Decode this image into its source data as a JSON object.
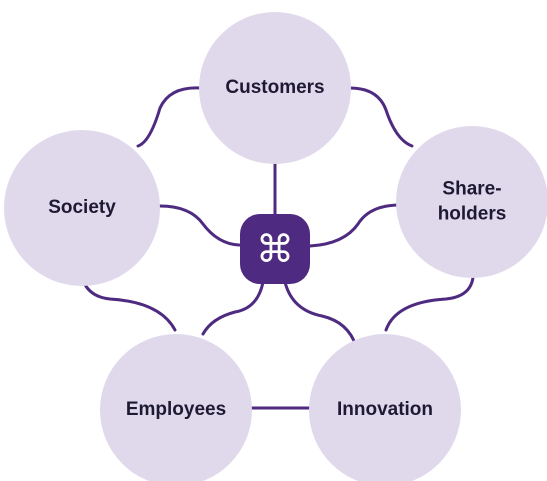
{
  "diagram": {
    "colors": {
      "node_fill": "#e0d9ec",
      "connector": "#4e2a80",
      "hub_fill": "#4e2a80",
      "hub_symbol": "#ffffff",
      "label_text": "#1f1a33"
    },
    "hub": {
      "icon": "looped-square-icon",
      "symbol": "⌘"
    },
    "nodes": [
      {
        "id": "customers",
        "label_lines": [
          "Customers"
        ]
      },
      {
        "id": "shareholders",
        "label_lines": [
          "Share-",
          "holders"
        ]
      },
      {
        "id": "innovation",
        "label_lines": [
          "Innovation"
        ]
      },
      {
        "id": "employees",
        "label_lines": [
          "Employees"
        ]
      },
      {
        "id": "society",
        "label_lines": [
          "Society"
        ]
      }
    ]
  }
}
